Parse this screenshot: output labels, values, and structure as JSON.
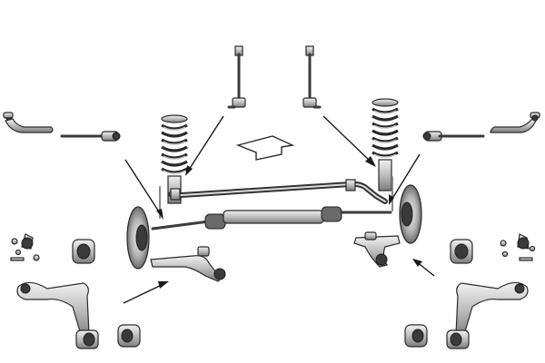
{
  "diagram": {
    "colors": {
      "background": "#ffffff",
      "metal_light": "#e6e6e6",
      "metal_dark": "#8c8c8c",
      "outline": "#2a2a2a"
    },
    "components": [
      "tie-rod-end-left",
      "inner-tie-rod-left",
      "stabilizer-link-left",
      "stabilizer-link-right",
      "inner-tie-rod-right",
      "tie-rod-end-right",
      "coil-spring-left",
      "coil-spring-right",
      "front-direction-arrow",
      "stabilizer-bar",
      "steering-rack",
      "brake-disc-left",
      "brake-disc-right",
      "lower-control-arm-left",
      "lower-control-arm-right",
      "ball-joint-kit-left",
      "ball-joint-kit-right",
      "bushing-left",
      "bushing-right",
      "control-arm-left-detail",
      "control-arm-right-detail",
      "bushing-small-left",
      "bushing-small-right"
    ]
  }
}
